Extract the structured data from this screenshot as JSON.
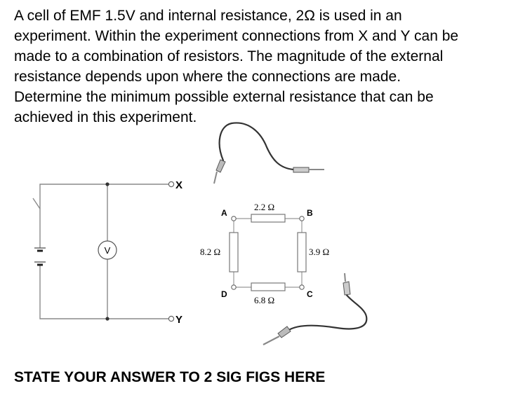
{
  "question": {
    "lines": [
      "A cell of EMF 1.5V and internal resistance, 2Ω is used in an",
      "experiment. Within the experiment connections from X and Y can be",
      "made to a combination of resistors. The magnitude of the external",
      "resistance depends upon where the connections are made.",
      "Determine the minimum possible external resistance that can be",
      "achieved in this experiment."
    ]
  },
  "diagram": {
    "terminal_x": "X",
    "terminal_y": "Y",
    "voltmeter": "V",
    "node_a": "A",
    "node_b": "B",
    "node_c": "C",
    "node_d": "D",
    "resistor_ab": "2.2 Ω",
    "resistor_bc": "3.9 Ω",
    "resistor_cd": "6.8 Ω",
    "resistor_da": "8.2 Ω"
  },
  "answer_prompt": "STATE YOUR ANSWER TO 2 SIG FIGS HERE"
}
